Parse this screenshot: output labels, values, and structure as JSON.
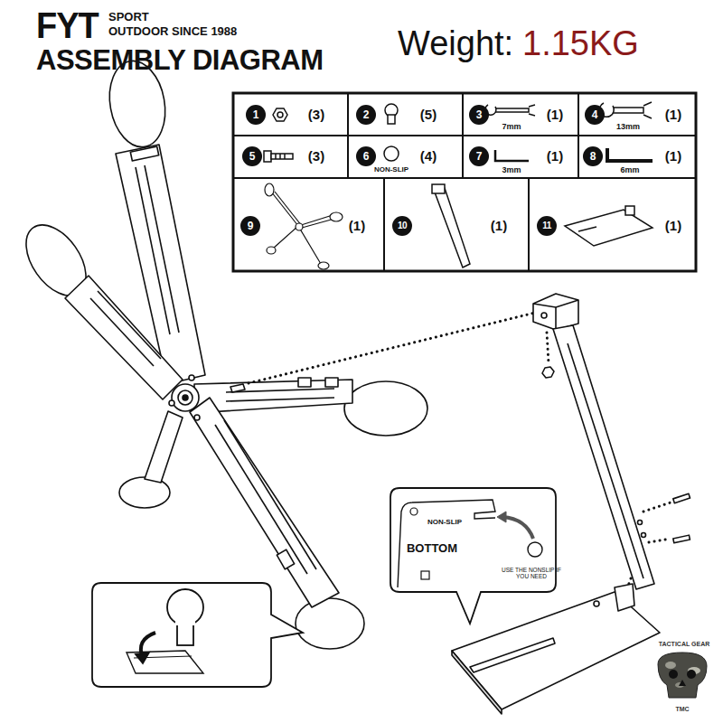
{
  "diagram": {
    "title": "ASSEMBLY DIAGRAM",
    "labels": [
      "FYT",
      "SPORT",
      "OUTDOOR SINCE 1988",
      "Weight:",
      "1.15KG",
      "1",
      "(3)",
      "2",
      "(5)",
      "3",
      "7mm",
      "(1)",
      "4",
      "13mm",
      "(1)",
      "5",
      "(3)",
      "6",
      "NON-SLIP",
      "(4)",
      "7",
      "3mm",
      "(1)",
      "8",
      "6mm",
      "(1)",
      "9",
      "(1)",
      "10",
      "(1)",
      "11",
      "(1)",
      "NON-SLIP",
      "BOTTOM",
      "USE THE NONSLIP IF YOU NEED",
      "TACTICAL GEAR",
      "TMC"
    ]
  }
}
